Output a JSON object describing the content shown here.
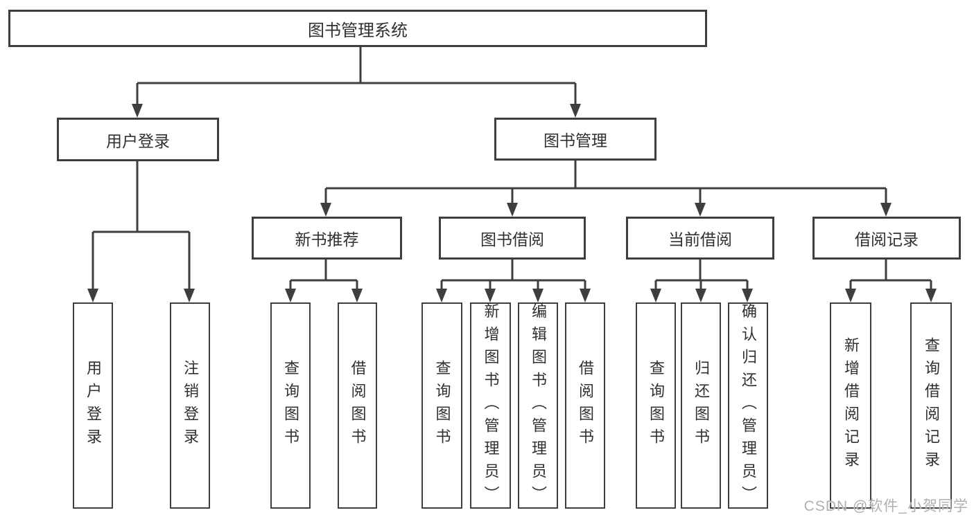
{
  "diagram": {
    "title": "图书管理系统",
    "watermark": "CSDN @软件_小贺同学",
    "colors": {
      "line": "#3e3e3e",
      "text": "#303030",
      "background": "#ffffff",
      "watermark": "#b0b0b0"
    }
  },
  "tree": {
    "label": "图书管理系统",
    "children": [
      {
        "label": "用户登录",
        "children": [
          {
            "label": "用户登录"
          },
          {
            "label": "注销登录"
          }
        ]
      },
      {
        "label": "图书管理",
        "children": [
          {
            "label": "新书推荐",
            "children": [
              {
                "label": "查询图书"
              },
              {
                "label": "借阅图书"
              }
            ]
          },
          {
            "label": "图书借阅",
            "children": [
              {
                "label": "查询图书"
              },
              {
                "label": "新增图书（管理员）"
              },
              {
                "label": "编辑图书（管理员）"
              },
              {
                "label": "借阅图书"
              }
            ]
          },
          {
            "label": "当前借阅",
            "children": [
              {
                "label": "查询图书"
              },
              {
                "label": "归还图书"
              },
              {
                "label": "确认归还（管理员）"
              }
            ]
          },
          {
            "label": "借阅记录",
            "children": [
              {
                "label": "新增借阅记录"
              },
              {
                "label": "查询借阅记录"
              }
            ]
          }
        ]
      }
    ]
  }
}
